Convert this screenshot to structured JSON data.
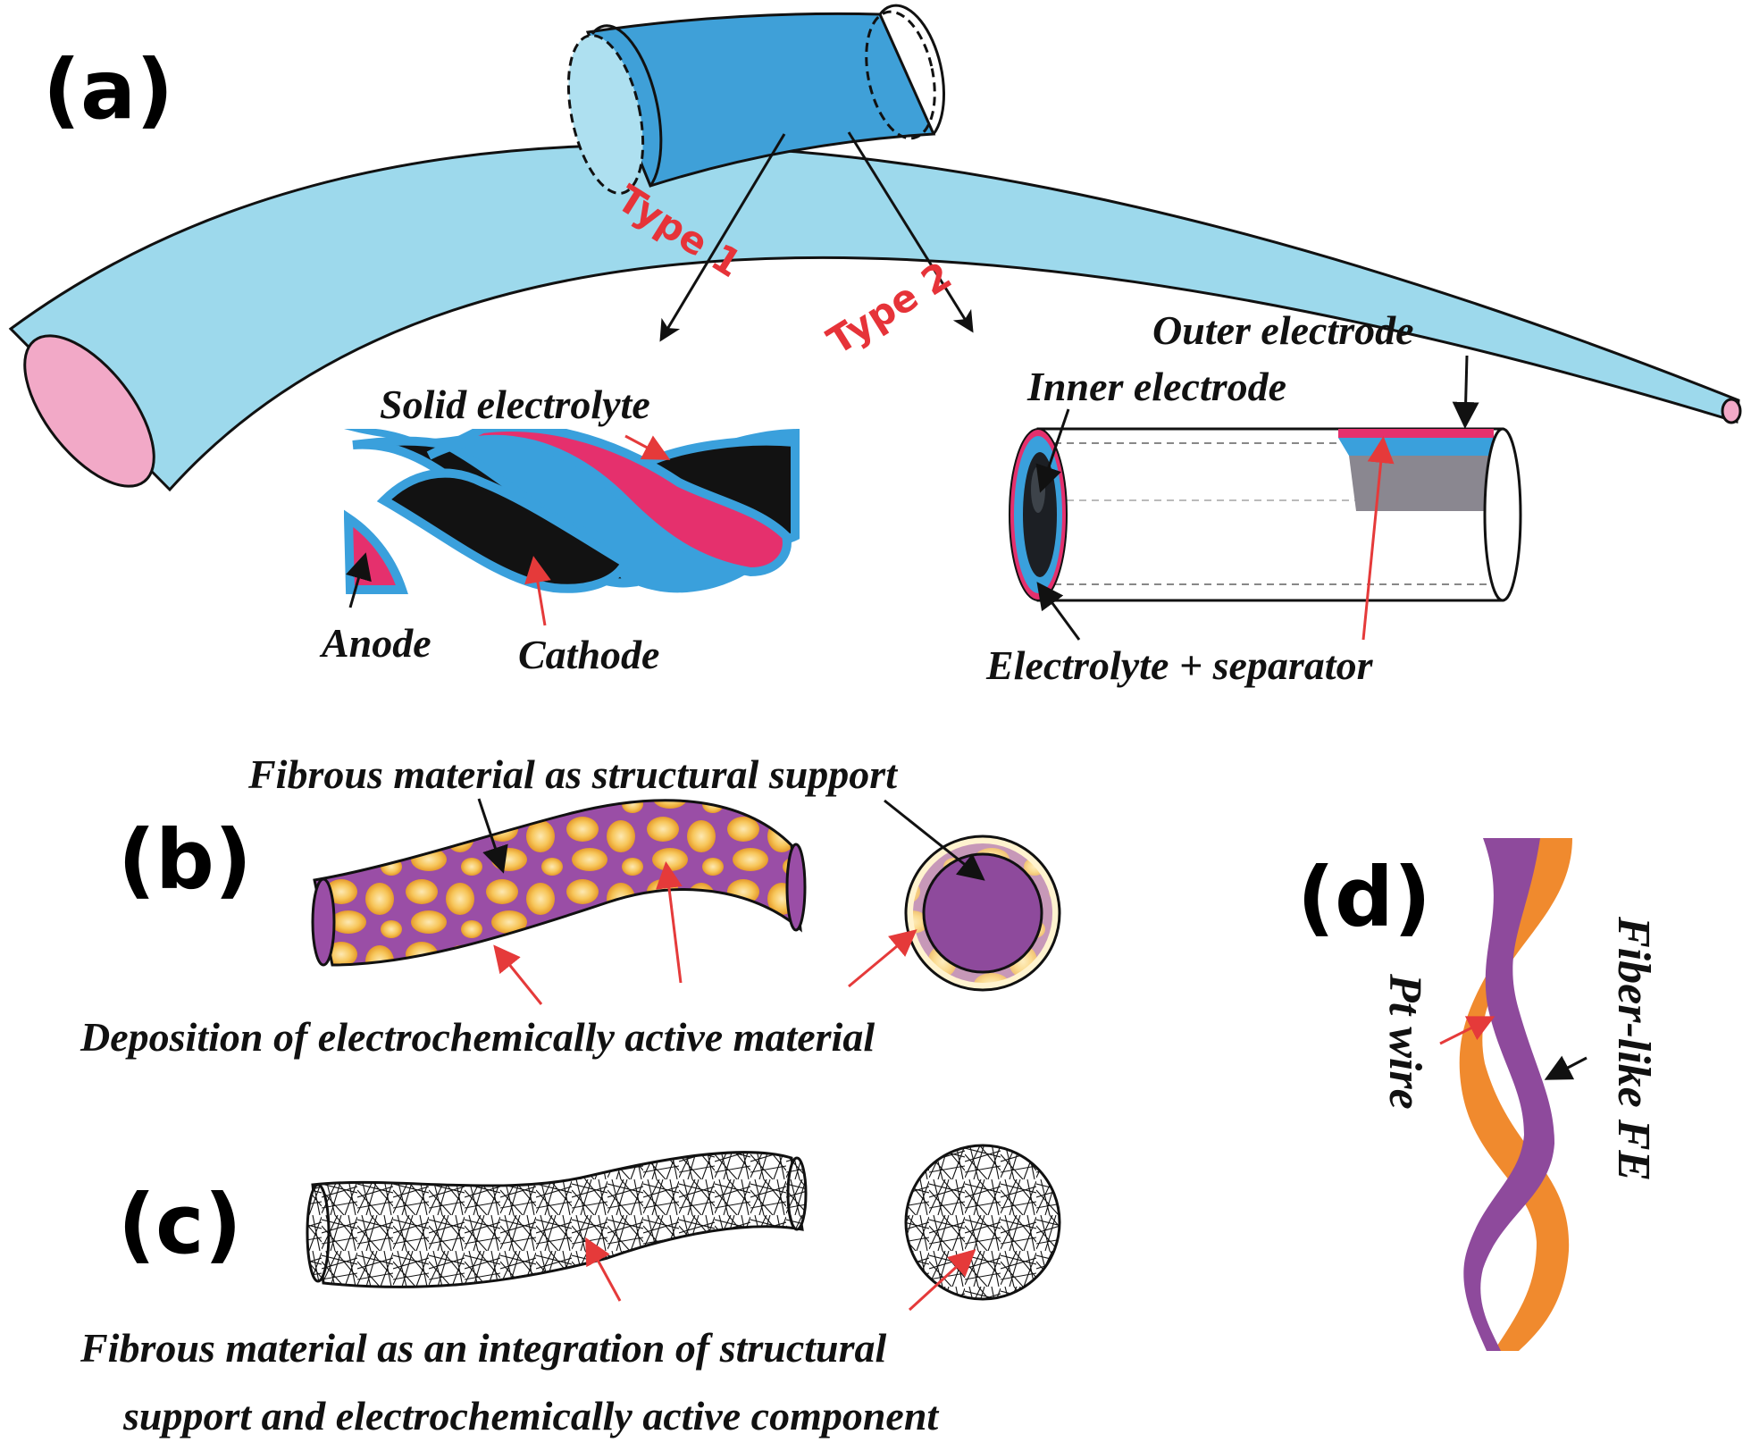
{
  "colors": {
    "fiber_light": "#9dd9ec",
    "fiber_mid": "#3fa0d8",
    "end_cap": "#f2a9c7",
    "cathode": "#e5306d",
    "anode": "#121212",
    "electrolyte": "#3aa0dc",
    "red_arrow": "#e53a3a",
    "purple": "#8e4a9c",
    "gold": "#f5c04a",
    "orange": "#f08a2e"
  },
  "panel_a": {
    "label": "(a)",
    "type1": "Type 1",
    "type2": "Type 2",
    "solid_electrolyte": "Solid electrolyte",
    "anode": "Anode",
    "cathode": "Cathode",
    "outer_electrode": "Outer electrode",
    "inner_electrode": "Inner electrode",
    "electrolyte_separator": "Electrolyte + separator"
  },
  "panel_b": {
    "label": "(b)",
    "structural_support": "Fibrous material as structural support",
    "deposition": "Deposition of electrochemically active material"
  },
  "panel_c": {
    "label": "(c)",
    "integration_line1": "Fibrous material as an integration of structural",
    "integration_line2": "support and electrochemically active component"
  },
  "panel_d": {
    "label": "(d)",
    "fiber_fe": "Fiber-like FE",
    "pt_wire": "Pt wire"
  }
}
